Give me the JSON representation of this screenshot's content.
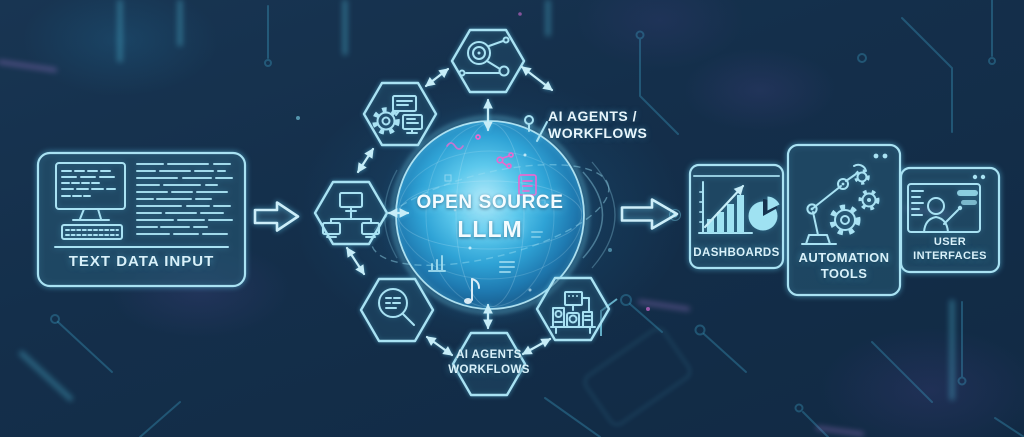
{
  "colors": {
    "background": "#14304c",
    "line_art": "#a9e2f3",
    "bright_text": "#eef8fd",
    "pink_accent": "#e66ad0",
    "sphere_core": "#2fa6d9",
    "purple_glow": "#b07fd8"
  },
  "input_box": {
    "label": "TEXT DATA INPUT",
    "icons": [
      "desktop-computer-icon",
      "keyboard-icon",
      "text-lines-icon"
    ]
  },
  "core_sphere": {
    "title_line1": "OPEN SOURCE",
    "title_line2": "LLLM",
    "side_label_line1": "AI AGENTS /",
    "side_label_line2": "WORKFLOWS"
  },
  "hex_ring": [
    {
      "position": "top",
      "icon": "connected-nodes-icon",
      "label1": "",
      "label2": ""
    },
    {
      "position": "upper-left",
      "icon": "gear-document-monitor-icon",
      "label1": "",
      "label2": ""
    },
    {
      "position": "left",
      "icon": "device-hierarchy-icon",
      "label1": "",
      "label2": ""
    },
    {
      "position": "lower-left",
      "icon": "search-data-icon",
      "label1": "",
      "label2": ""
    },
    {
      "position": "bottom",
      "icon": "none",
      "label1": "AI AGENTS",
      "label2": "WORKFLOWS"
    },
    {
      "position": "lower-right",
      "icon": "machine-line-icon",
      "label1": "",
      "label2": ""
    }
  ],
  "outputs": [
    {
      "icon": "bar-pie-chart-icon",
      "label1": "DASHBOARDS",
      "label2": ""
    },
    {
      "icon": "robot-arm-gears-icon",
      "label1": "AUTOMATION",
      "label2": "TOOLS"
    },
    {
      "icon": "user-screen-icon",
      "label1": "USER",
      "label2": "INTERFACES"
    }
  ]
}
